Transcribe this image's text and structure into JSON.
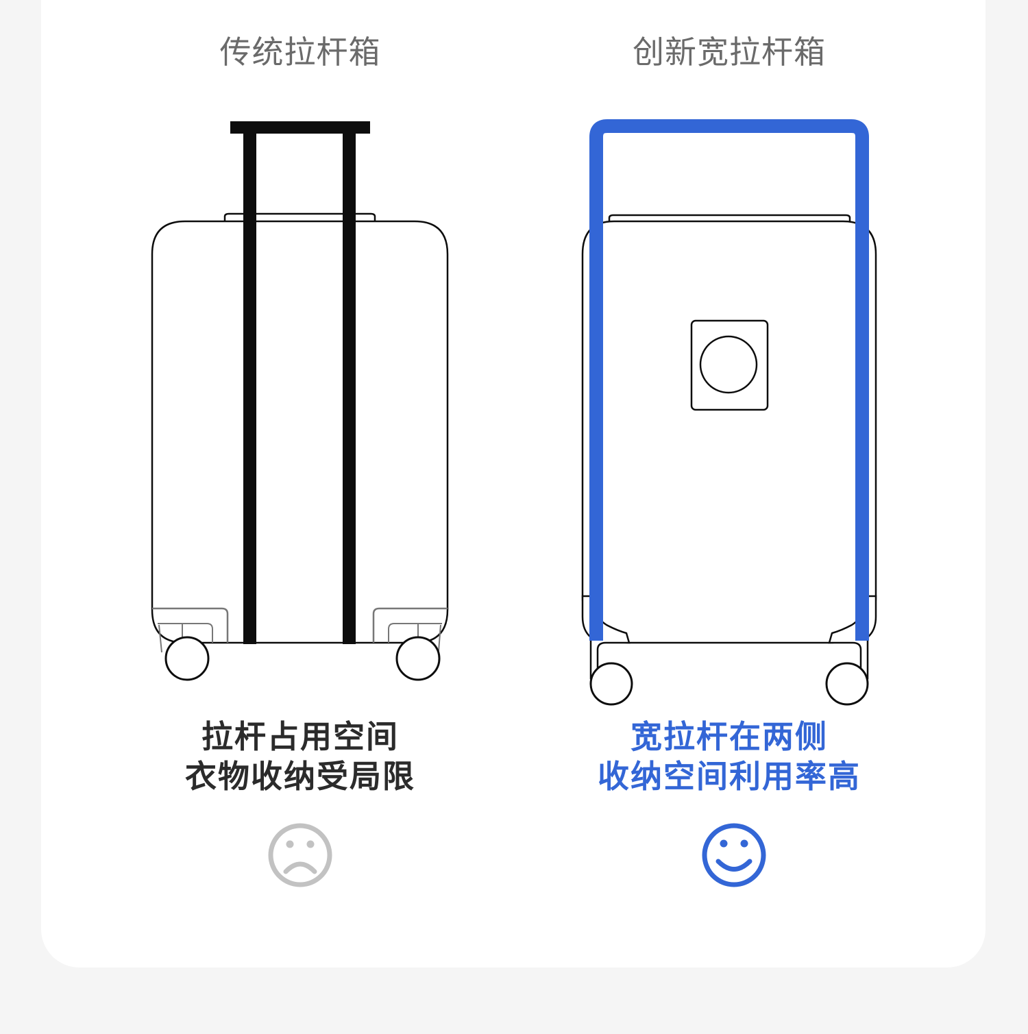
{
  "colors": {
    "accent_blue": "#3366d6",
    "outline": "#0d0d0d",
    "handle_black": "#0d0d0d",
    "sad_gray": "#c2c2c2",
    "title_gray": "#6a6a6a",
    "caption_dark": "#2b2b2b",
    "page_bg": "#f5f5f5",
    "card_bg": "#ffffff"
  },
  "left": {
    "title": "传统拉杆箱",
    "caption_line1": "拉杆占用空间",
    "caption_line2": "衣物收纳受局限",
    "face_icon": "sad-face-icon"
  },
  "right": {
    "title": "创新宽拉杆箱",
    "caption_line1": "宽拉杆在两侧",
    "caption_line2": "收纳空间利用率高",
    "face_icon": "smiley-face-icon"
  }
}
